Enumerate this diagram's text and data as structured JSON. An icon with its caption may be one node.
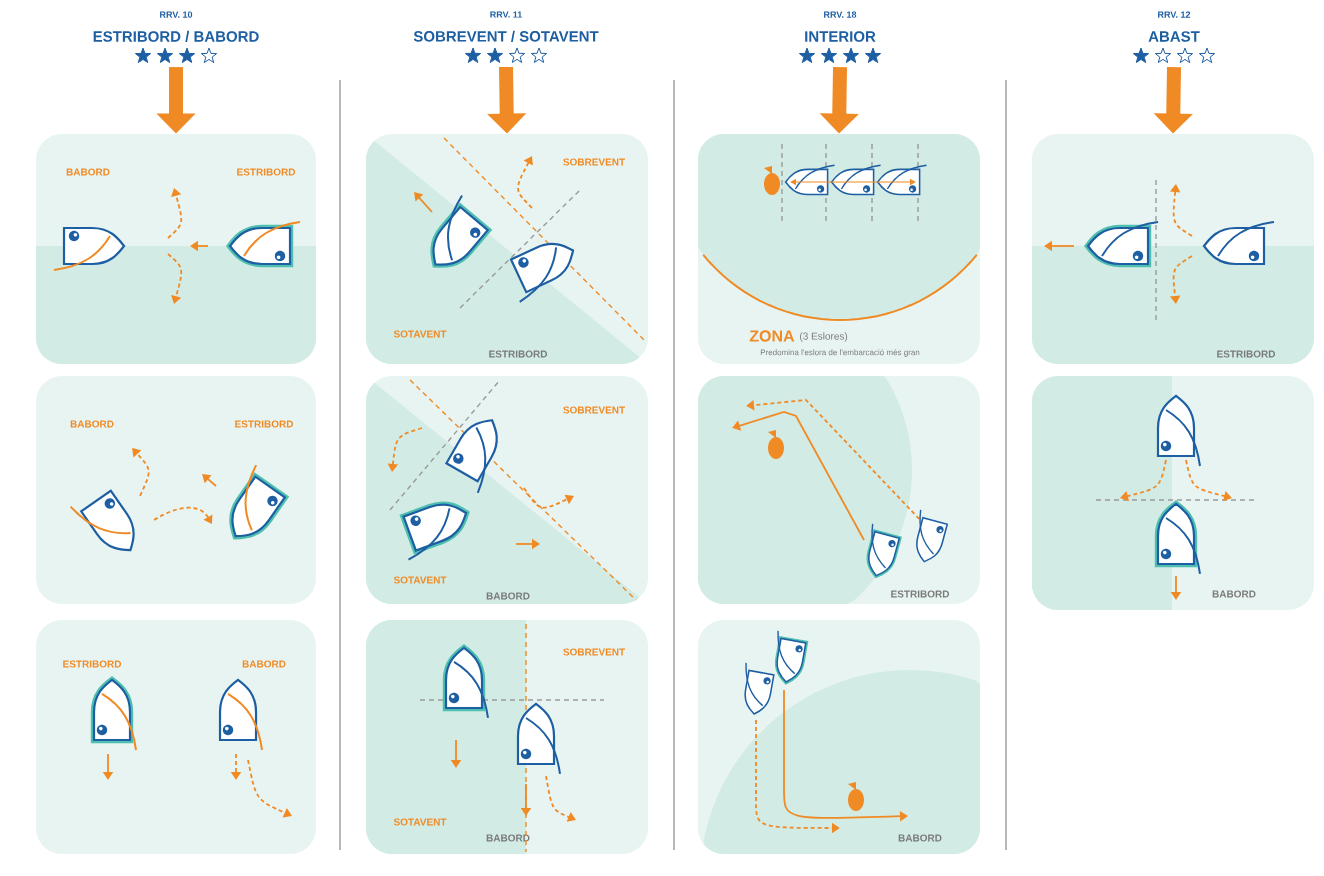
{
  "diagram": {
    "nodes": [
      {
        "text": [
          "RRV. 10",
          "ESTRIBORD / BABORD"
        ]
      },
      {
        "text": [
          "BABORD",
          "ESTRIBORD"
        ]
      },
      {
        "text": [
          "BABORD",
          "ESTRIBORD"
        ]
      },
      {
        "text": [
          "ESTRIBORD",
          "BABORD"
        ]
      },
      {
        "text": [
          "RRV. 11",
          "SOBREVENT / SOTAVENT"
        ]
      },
      {
        "text": [
          "SOBREVENT",
          "SOTAVENT",
          "ESTRIBORD"
        ]
      },
      {
        "text": [
          "SOBREVENT",
          "SOTAVENT",
          "BABORD"
        ]
      },
      {
        "text": [
          "SOBREVENT",
          "SOTAVENT",
          "BABORD"
        ]
      },
      {
        "text": [
          "RRV. 18",
          "INTERIOR"
        ]
      },
      {
        "text": [
          "ZONA",
          "(3 Eslores)",
          "Predomina l'eslora de l'embarcació més gran"
        ]
      },
      {
        "text": [
          "ESTRIBORD"
        ]
      },
      {
        "text": [
          "BABORD"
        ]
      },
      {
        "text": [
          "RRV. 12",
          "ABAST"
        ]
      },
      {
        "text": [
          "ESTRIBORD"
        ]
      },
      {
        "text": [
          "BABORD"
        ]
      }
    ],
    "edges": [
      {
        "from": 0,
        "to": 1,
        "arrow": "to"
      },
      {
        "from": 4,
        "to": 5,
        "arrow": "to"
      },
      {
        "from": 8,
        "to": 9,
        "arrow": "to"
      },
      {
        "from": 12,
        "to": 13,
        "arrow": "to"
      }
    ]
  }
}
